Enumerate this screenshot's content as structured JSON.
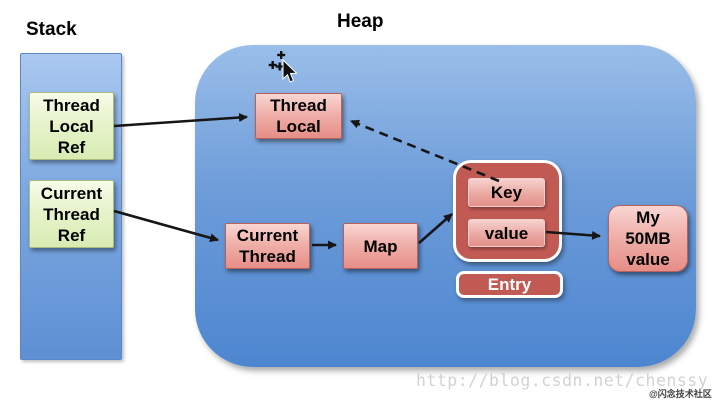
{
  "titles": {
    "stack": "Stack",
    "heap": "Heap"
  },
  "stack": {
    "boxes": [
      {
        "id": "thread-local-ref",
        "label": "Thread\nLocal\nRef"
      },
      {
        "id": "current-thread-ref",
        "label": "Current\nThread\nRef"
      }
    ]
  },
  "heap": {
    "nodes": {
      "thread_local": "Thread\nLocal",
      "current_thread": "Current\nThread",
      "map": "Map",
      "key": "Key",
      "value": "value",
      "entry": "Entry",
      "my_value": "My\n50MB\nvalue"
    }
  },
  "edges": [
    {
      "from": "thread-local-ref",
      "to": "thread-local",
      "style": "solid"
    },
    {
      "from": "current-thread-ref",
      "to": "current-thread",
      "style": "solid"
    },
    {
      "from": "current-thread",
      "to": "map",
      "style": "solid"
    },
    {
      "from": "map",
      "to": "entry-group",
      "style": "solid"
    },
    {
      "from": "value",
      "to": "my-50mb-value",
      "style": "solid"
    },
    {
      "from": "key",
      "to": "thread-local",
      "style": "dashed"
    }
  ],
  "watermark": {
    "url": "http://blog.csdn.net/chenssy",
    "badge": "@闪念技术社区"
  },
  "colors": {
    "stack_blue": "#6f9bd9",
    "heap_blue": "#5d90d4",
    "ref_box_green": "#e3f0c0",
    "node_pink": "#eda49e",
    "entry_red": "#c25a54",
    "arrow_black": "#1a1a1a",
    "watermark_gray": "#d2d2d2"
  }
}
